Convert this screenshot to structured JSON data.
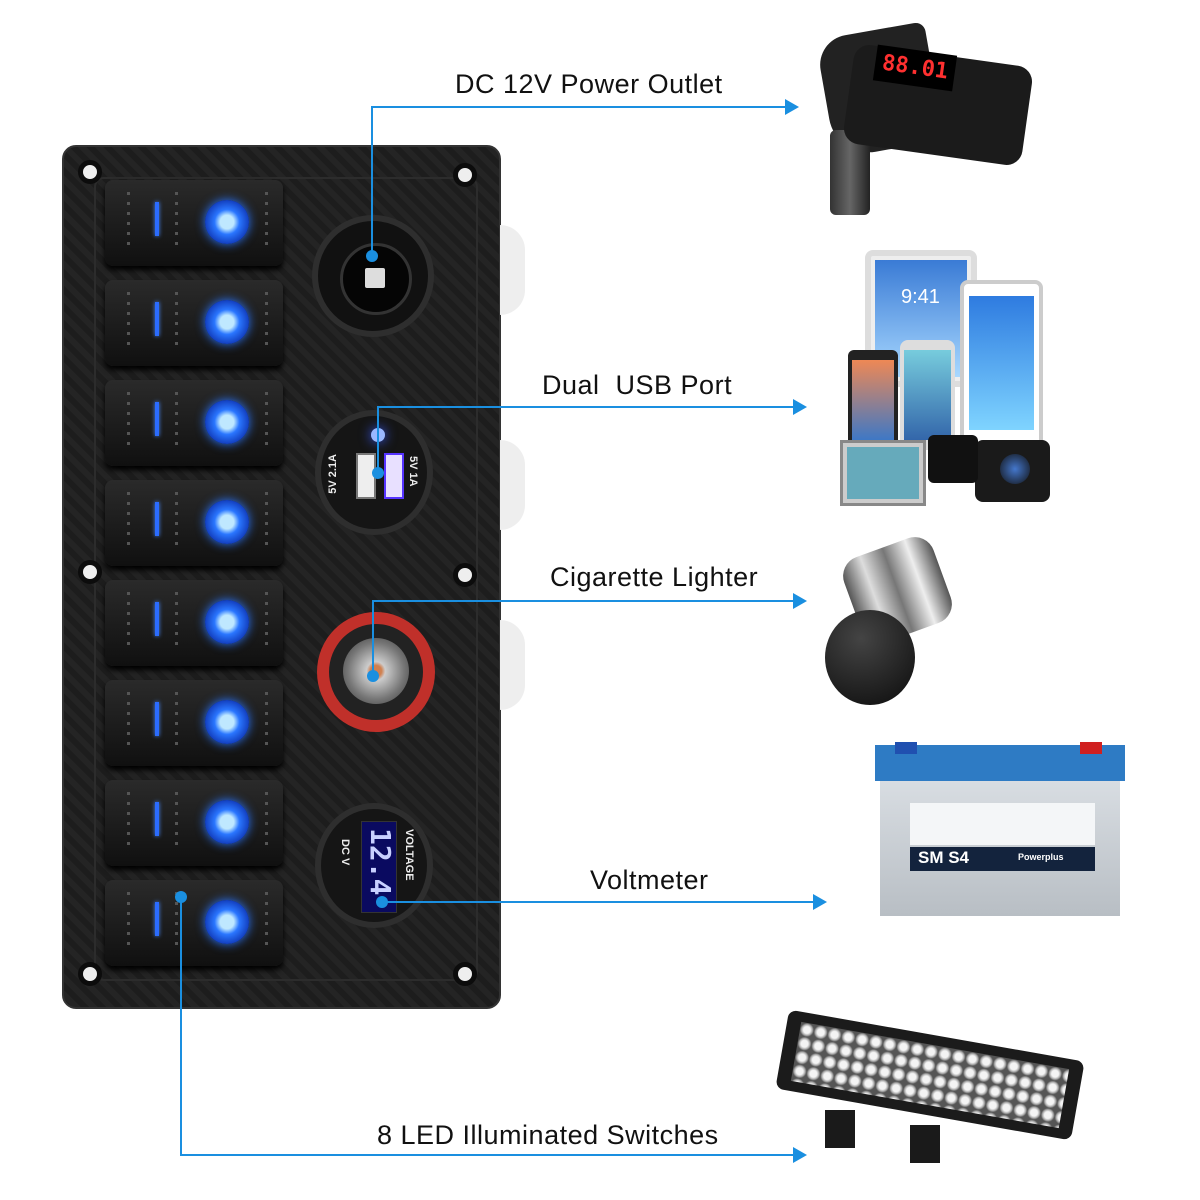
{
  "callouts": [
    {
      "label": "DC 12V Power Outlet"
    },
    {
      "label": "Dual  USB Port"
    },
    {
      "label": "Cigarette Lighter"
    },
    {
      "label": "Voltmeter"
    },
    {
      "label": "8 LED Illuminated Switches"
    }
  ],
  "usb": {
    "left_rating": "5V 2.1A",
    "right_rating": "5V 1A"
  },
  "voltmeter": {
    "reading": "12.4",
    "left_text": "DC  V",
    "right_text": "VOLTAGE"
  },
  "fm_display": "88.01",
  "tablet_time": "9:41",
  "battery": {
    "brand": "SM S4",
    "subtitle": "Powerplus"
  },
  "switch_count": 8,
  "colors": {
    "callout_line": "#1a8fe0",
    "led_blue": "#2a76ff",
    "lighter_ring": "#c0302a"
  }
}
